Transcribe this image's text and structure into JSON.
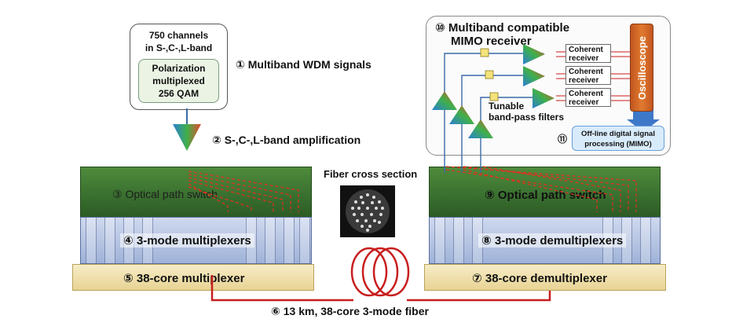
{
  "source": {
    "line1": "750 channels",
    "line2": "in S-,C-,L-band",
    "inner1": "Polarization",
    "inner2": "multiplexed",
    "inner3": "256 QAM"
  },
  "labels": {
    "wdm": "① Multiband WDM signals",
    "amp": "② S-,C-,L-band amplification",
    "ops_left": "③ Optical path switch",
    "mux3": "④ 3-mode multiplexers",
    "mux38": "⑤ 38-core multiplexer",
    "fiber": "⑥ 13 km, 38-core 3-mode fiber",
    "demux38": "⑦ 38-core demultiplexer",
    "demux3": "⑧ 3-mode demultiplexers",
    "ops_right": "⑨ Optical path switch",
    "receiver1": "⑩ Multiband compatible",
    "receiver2": "MIMO receiver",
    "offline1": "⑪",
    "offline2": "Off-line digital signal",
    "offline3": "processing (MIMO)",
    "fiber_cross": "Fiber cross section",
    "tunable1": "Tunable",
    "tunable2": "band-pass filters",
    "coherent1": "Coherent",
    "coherent2": "receiver",
    "oscilloscope": "Oscilloscope"
  },
  "colors": {
    "switch_green": "#3a7030",
    "mux_blue": "#9fb2d8",
    "tray_yellow": "#e8d394",
    "fiber_red": "#c81e1e",
    "oscilloscope_orange": "#e17a2f",
    "arrow_blue": "#3e78c8"
  }
}
